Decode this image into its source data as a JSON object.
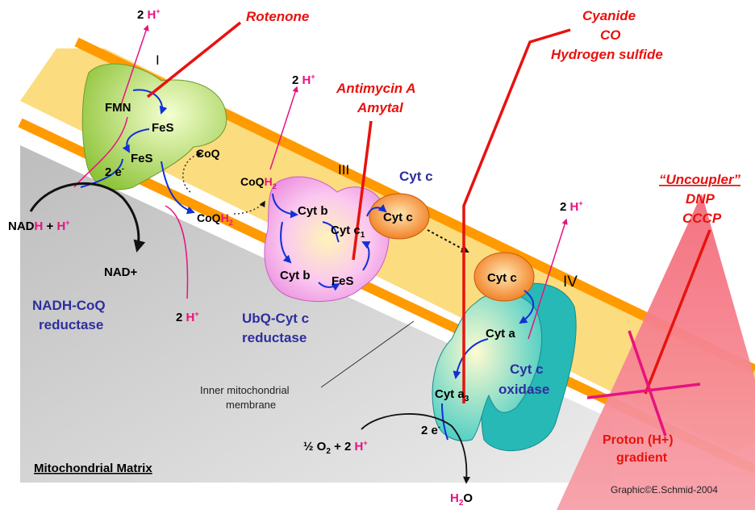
{
  "complexes": {
    "I": {
      "numeral": "I",
      "name_line1": "NADH-CoQ",
      "name_line2": "reductase"
    },
    "III": {
      "numeral": "III",
      "name_line1": "UbQ-Cyt c",
      "name_line2": "reductase"
    },
    "IV": {
      "numeral": "IV",
      "name_line1": "Cyt c",
      "name_line2": "oxidase"
    }
  },
  "cofactors": {
    "fmn": "FMN",
    "fes": "FeS",
    "coq": "CoQ",
    "coq_base": "CoQ",
    "h2": "H",
    "cyt_b": "Cyt b",
    "cyt_c1": "Cyt c",
    "cyt_c1_sub": "1",
    "cyt_c": "Cyt c",
    "cyt_a": "Cyt a",
    "cyt_a3": "Cyt a",
    "cyt_a3_sub": "3"
  },
  "electrons": {
    "label": "2 e",
    "sup": "-"
  },
  "protons": {
    "coefficient": "2",
    "h": "H",
    "plus": "+"
  },
  "nadh": {
    "nad": "NAD",
    "h": "H",
    "plus_sign": "+",
    "hplus": "H",
    "sup": "+",
    "product": "NAD+"
  },
  "oxygen": {
    "half": "½ O",
    "sub": "2",
    "plus": "+ 2",
    "h": "H",
    "sup": "+"
  },
  "water": {
    "h": "H",
    "sub": "2",
    "o": "O"
  },
  "cyt_c_mobile_label": "Cyt c",
  "inhibitors": {
    "rotenone": "Rotenone",
    "antimycin": [
      "Antimycin A",
      "Amytal"
    ],
    "cyanide": [
      "Cyanide",
      "CO",
      "Hydrogen sulfide"
    ],
    "uncoupler": [
      "“Uncoupler”",
      "DNP",
      "CCCP"
    ]
  },
  "gradient": [
    "Proton (H+)",
    "gradient"
  ],
  "membrane_label": [
    "Inner mitochondrial",
    "membrane"
  ],
  "matrix_label": "Mitochondrial Matrix",
  "credit": "Graphic©E.Schmid-2004",
  "colors": {
    "membrane_core": "#fbdc7f",
    "membrane_edge": "#ff9a00",
    "inhibitor": "#e8120e",
    "proton": "#e8127f",
    "complex_name": "#2e2e9e",
    "electron_arrow": "#1030d8"
  }
}
